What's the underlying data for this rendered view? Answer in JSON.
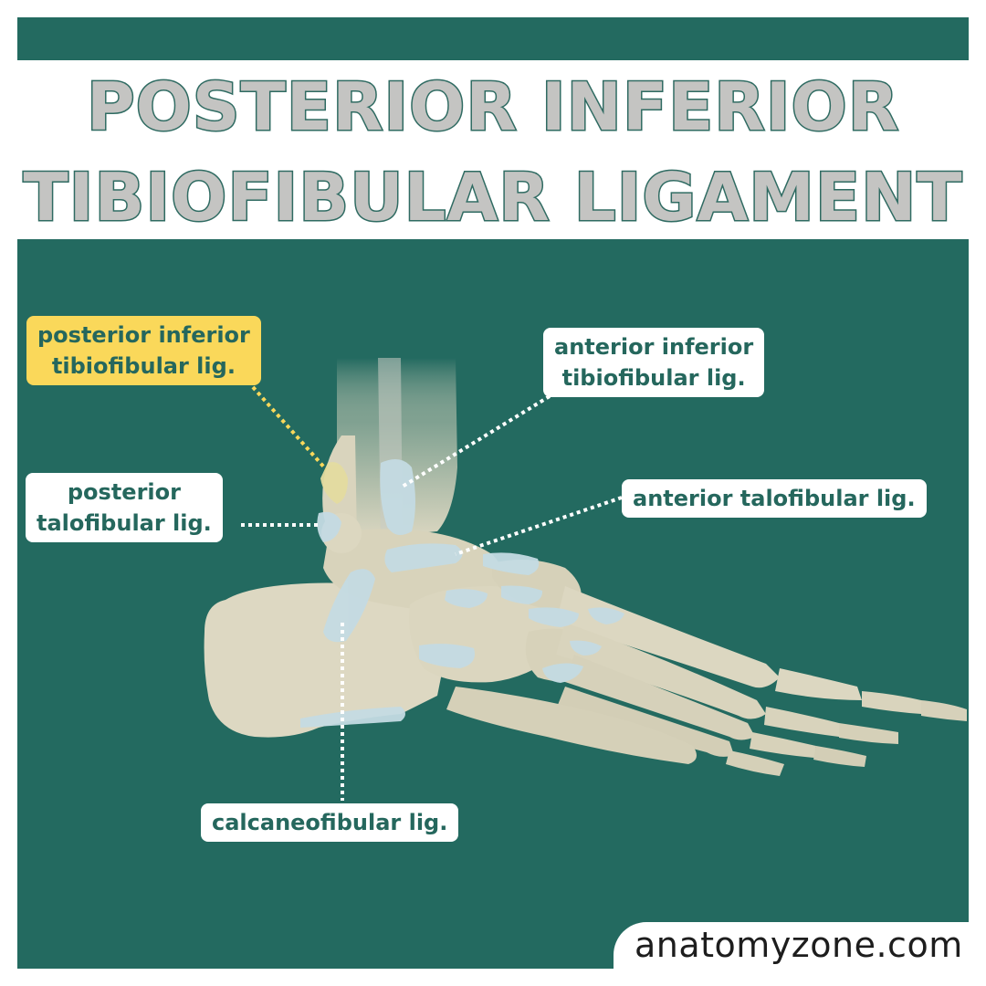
{
  "title": {
    "line1": "POSTERIOR INFERIOR",
    "line2": "TIBIOFIBULAR LIGAMENT"
  },
  "labels": {
    "posterior_inferior_tibiofibular": [
      "posterior inferior",
      "tibiofibular lig."
    ],
    "anterior_inferior_tibiofibular": [
      "anterior inferior",
      "tibiofibular lig."
    ],
    "posterior_talofibular": [
      "posterior",
      "talofibular lig."
    ],
    "anterior_talofibular": [
      "anterior talofibular lig."
    ],
    "calcaneofibular": [
      "calcaneofibular lig."
    ]
  },
  "footer": {
    "site": "anatomyzone.com"
  },
  "colors": {
    "panel": "#236a60",
    "title_fill": "#c4c4c2",
    "title_stroke": "#2f6b62",
    "label_text": "#25675d",
    "highlight": "#fad85a",
    "bone": "#ddd8c2",
    "ligament": "#c4dbe3"
  }
}
